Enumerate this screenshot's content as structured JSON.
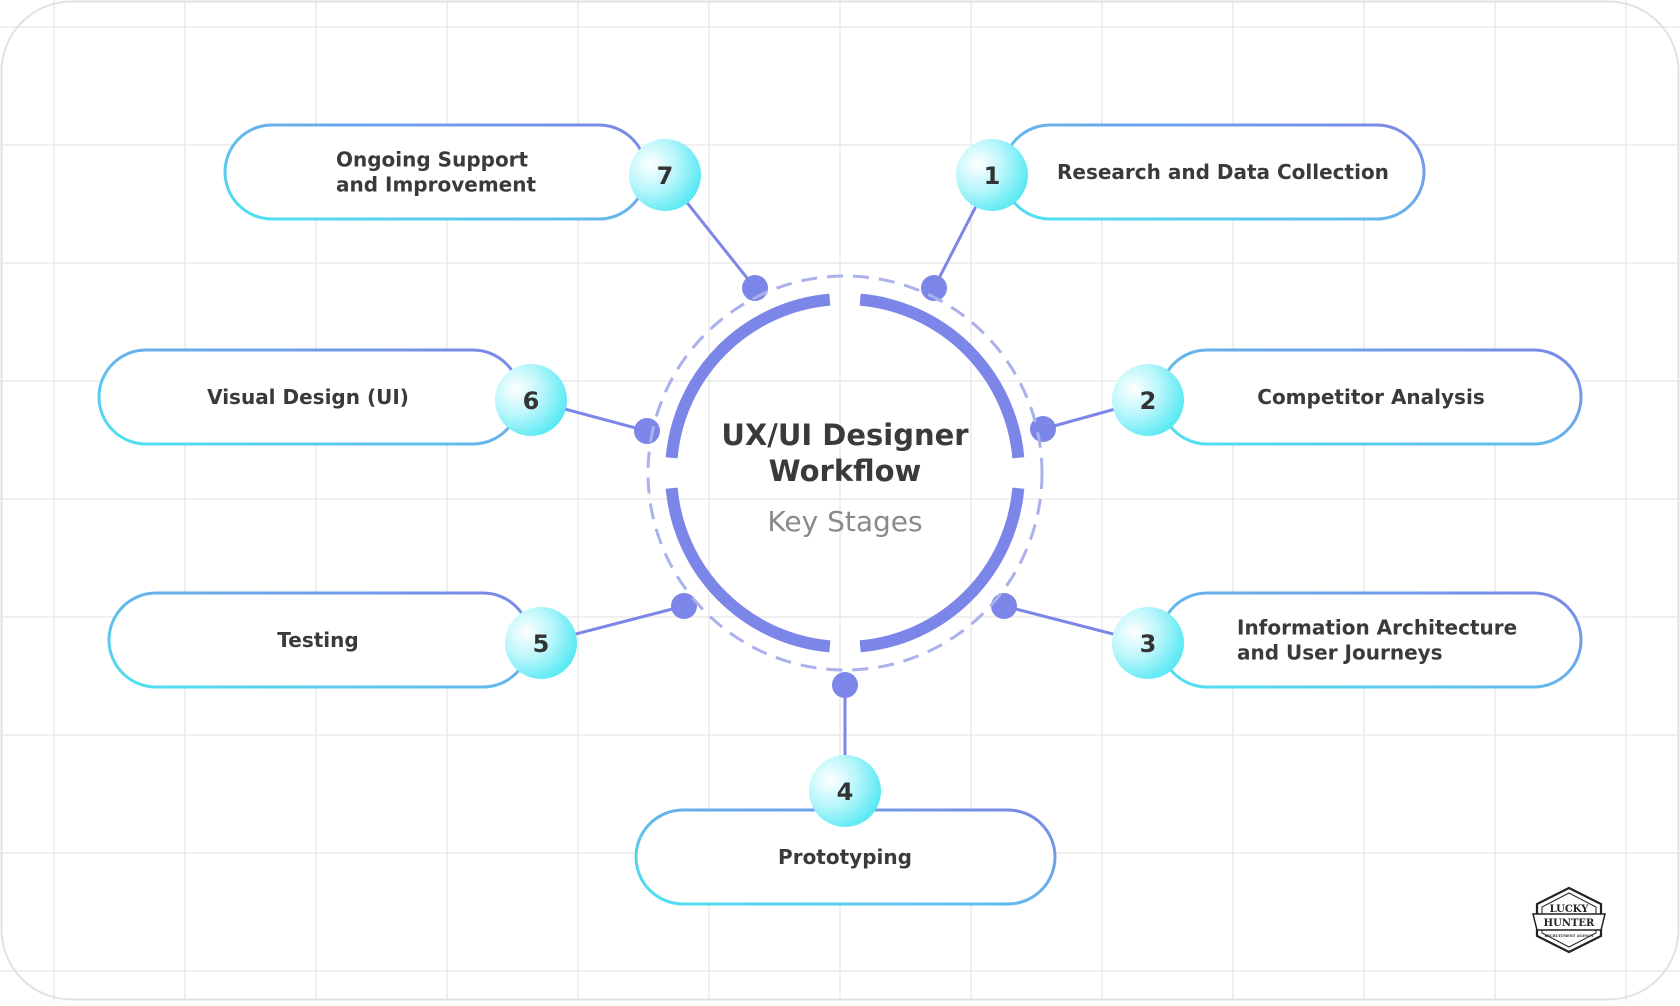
{
  "diagram": {
    "title_lines": [
      "UX/UI Designer",
      "Workflow"
    ],
    "subtitle": "Key Stages",
    "stages": [
      {
        "number": "1",
        "lines": [
          "Research and Data Collection"
        ]
      },
      {
        "number": "2",
        "lines": [
          "Competitor Analysis"
        ]
      },
      {
        "number": "3",
        "lines": [
          "Information Architecture",
          "and User Journeys"
        ]
      },
      {
        "number": "4",
        "lines": [
          "Prototyping"
        ]
      },
      {
        "number": "5",
        "lines": [
          "Testing"
        ]
      },
      {
        "number": "6",
        "lines": [
          "Visual Design (UI)"
        ]
      },
      {
        "number": "7",
        "lines": [
          "Ongoing Support",
          "and Improvement"
        ]
      }
    ]
  },
  "logo": {
    "lines": [
      "LUCKY",
      "HUNTER"
    ],
    "tagline": "RECRUITMENT AGENCY"
  },
  "colors": {
    "accent_blue": "#7b86e8",
    "accent_cyan": "#4fe3f0",
    "grid": "#e6e6e6",
    "text_dark": "#3a3a3a",
    "text_muted": "#8a8a8a"
  }
}
